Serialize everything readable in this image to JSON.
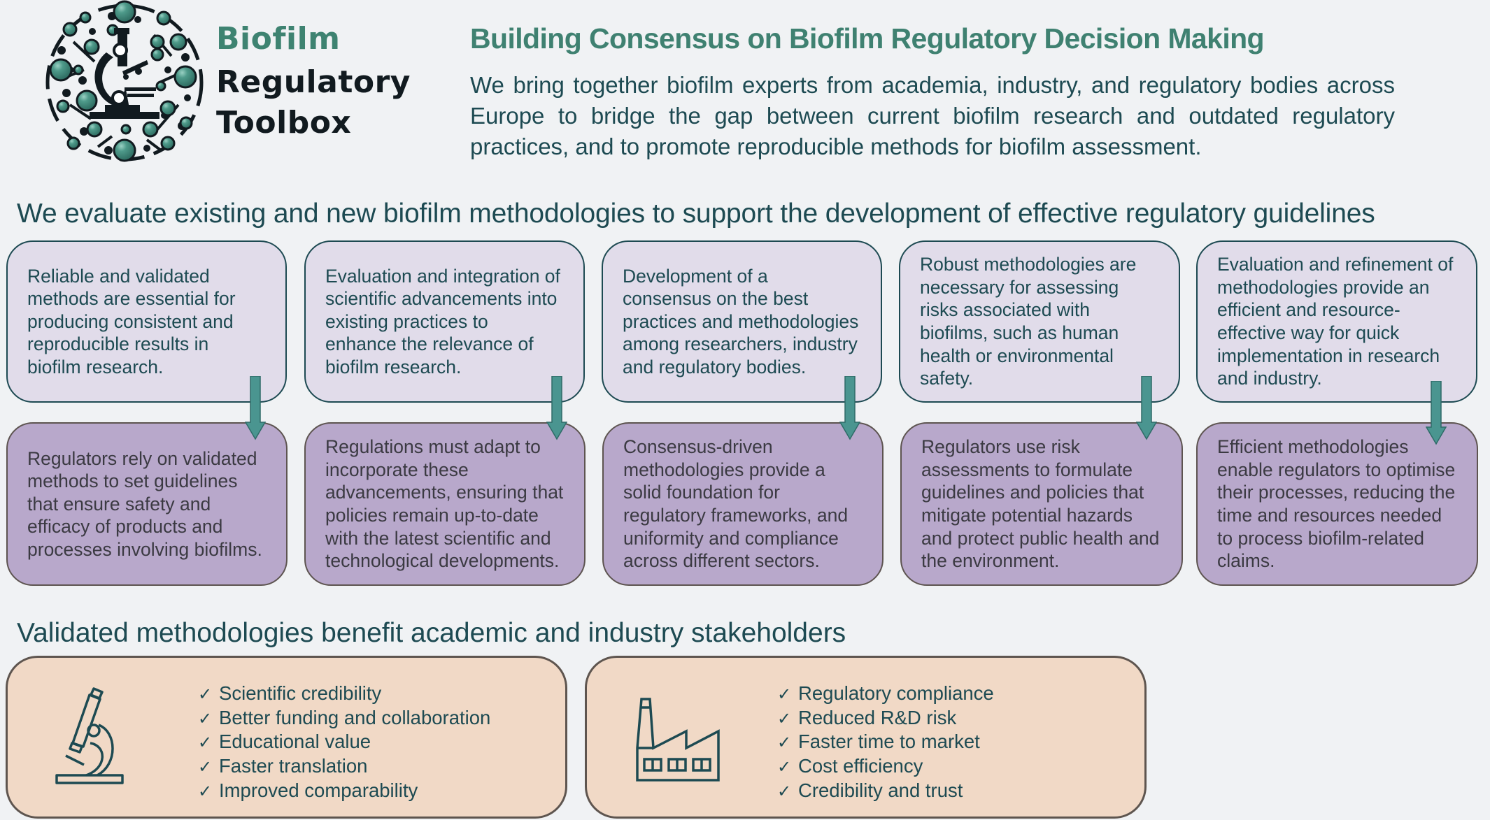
{
  "logo": {
    "icon": "microscope-biofilm-logo-icon",
    "line1": "Biofilm",
    "line2": "Regulatory",
    "line3": "Toolbox"
  },
  "header": {
    "title": "Building Consensus on Biofilm Regulatory Decision Making",
    "description": "We bring together biofilm experts from academia, industry, and regulatory bodies across Europe to bridge the gap between current biofilm research and outdated regulatory practices, and to promote reproducible methods for biofilm assessment."
  },
  "evaluate_section": {
    "heading": "We evaluate existing and new biofilm methodologies to support the development of effective regulatory guidelines",
    "columns": [
      {
        "top": "Reliable and validated methods are essential for producing consistent and reproducible results in biofilm research.",
        "bottom": "Regulators rely on validated methods to set guidelines that ensure safety and efficacy of products and processes involving biofilms."
      },
      {
        "top": "Evaluation and integration of scientific advancements into existing practices to enhance the relevance of biofilm research.",
        "bottom": "Regulations must adapt to incorporate these advancements, ensuring that policies remain up-to-date with the latest scientific and technological developments."
      },
      {
        "top": "Development of a consensus on the best practices and methodologies among researchers, industry and regulatory bodies.",
        "bottom": "Consensus-driven methodologies provide a solid foundation for regulatory frameworks, and uniformity and compliance across different sectors."
      },
      {
        "top": "Robust methodologies are necessary for assessing risks associated with biofilms, such as human health or environmental safety.",
        "bottom": "Regulators use risk assessments to formulate guidelines and policies that mitigate potential hazards and protect public health and the environment."
      },
      {
        "top": "Evaluation and refinement of methodologies provide an efficient and resource-effective way for quick implementation in research and industry.",
        "bottom": "Efficient methodologies enable regulators to optimise their processes, reducing the time and resources needed to process biofilm-related claims."
      }
    ]
  },
  "benefit_section": {
    "heading": "Validated methodologies benefit academic and industry stakeholders",
    "check_symbol": "✓",
    "academic": {
      "icon": "microscope-icon",
      "items": [
        "Scientific credibility",
        "Better funding and collaboration",
        "Educational value",
        "Faster translation",
        "Improved comparability"
      ]
    },
    "industry": {
      "icon": "factory-icon",
      "items": [
        "Regulatory compliance",
        "Reduced R&D risk",
        "Faster time to market",
        "Cost efficiency",
        "Credibility and trust"
      ]
    }
  },
  "colors": {
    "background": "#f0f2f4",
    "brand_green": "#3f8171",
    "text_teal": "#1d4a52",
    "top_card_fill": "#e1dcea",
    "bottom_card_fill": "#b8a8cb",
    "benefit_fill": "#f1d9c6",
    "arrow": "#4a9590",
    "logo_bubble": "#4e9a8a"
  }
}
